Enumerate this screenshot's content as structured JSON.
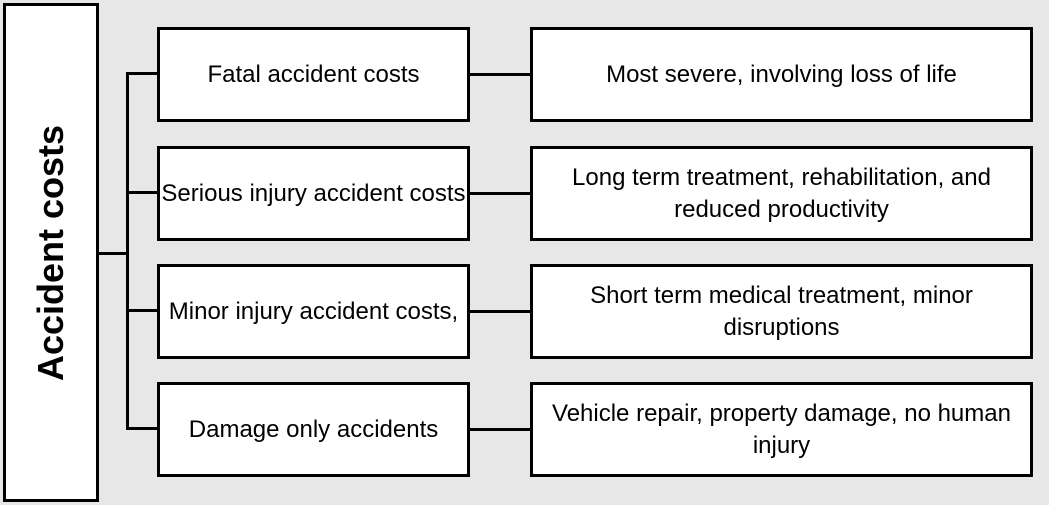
{
  "root": {
    "label": "Accident costs"
  },
  "rows": [
    {
      "category": "Fatal accident costs",
      "description": "Most severe, involving loss of life"
    },
    {
      "category": "Serious injury accident costs",
      "description": "Long term treatment, rehabilitation, and reduced productivity"
    },
    {
      "category": "Minor injury accident costs,",
      "description": "Short term medical treatment, minor disruptions"
    },
    {
      "category": "Damage only accidents",
      "description": "Vehicle repair, property damage, no human injury"
    }
  ],
  "colors": {
    "background": "#e7e7e7",
    "box_fill": "#ffffff",
    "stroke": "#000000"
  }
}
